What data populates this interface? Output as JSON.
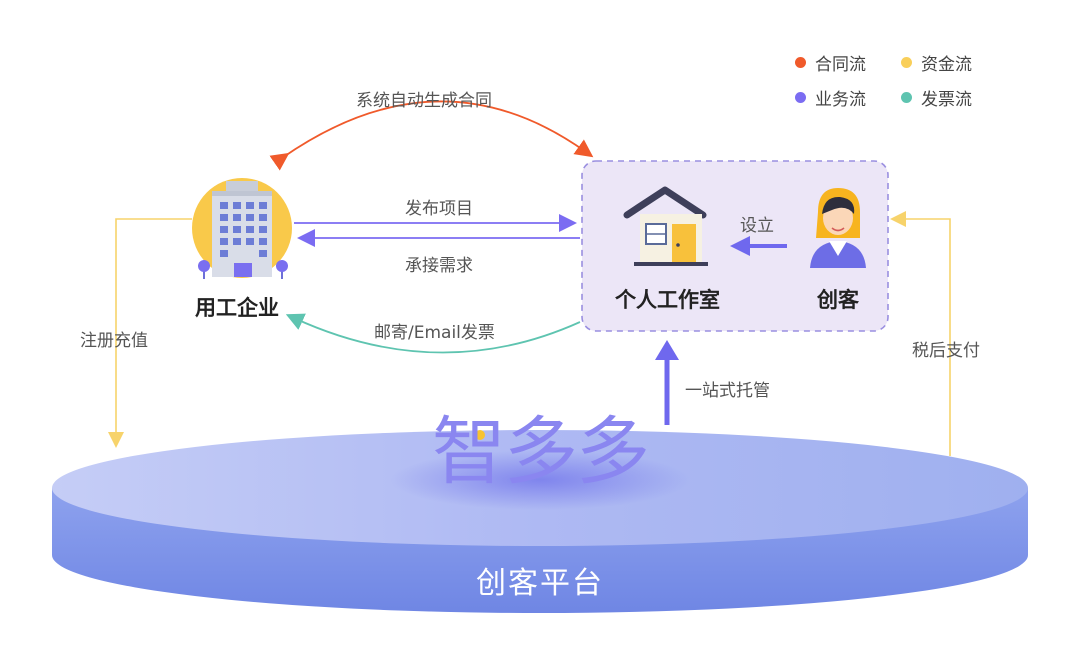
{
  "legend": {
    "items": [
      {
        "label": "合同流",
        "color": "#f05a2b"
      },
      {
        "label": "资金流",
        "color": "#f9cf5a"
      },
      {
        "label": "业务流",
        "color": "#7b6cf2"
      },
      {
        "label": "发票流",
        "color": "#5ec4b0"
      }
    ]
  },
  "nodes": {
    "enterprise": "用工企业",
    "studio": "个人工作室",
    "creator": "创客",
    "platform": "创客平台",
    "logo": "智多多"
  },
  "flows": {
    "contract": "系统自动生成合同",
    "publish": "发布项目",
    "accept": "承接需求",
    "invoice": "邮寄/Email发票",
    "recharge": "注册充值",
    "setup": "设立",
    "hosting": "一站式托管",
    "payment": "税后支付"
  }
}
